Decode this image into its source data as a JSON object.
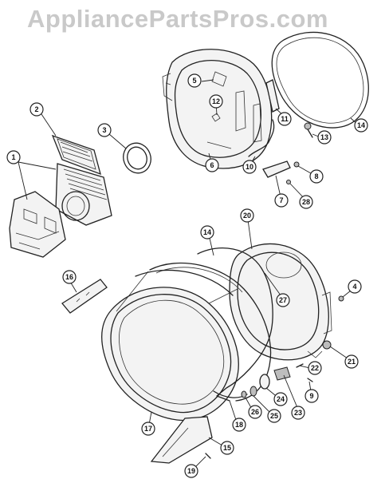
{
  "watermark": "AppliancePartsPros.com",
  "callouts": [
    {
      "id": "c1",
      "label": "1"
    },
    {
      "id": "c2",
      "label": "2"
    },
    {
      "id": "c3",
      "label": "3"
    },
    {
      "id": "c4",
      "label": "4"
    },
    {
      "id": "c5",
      "label": "5"
    },
    {
      "id": "c6",
      "label": "6"
    },
    {
      "id": "c7",
      "label": "7"
    },
    {
      "id": "c8",
      "label": "8"
    },
    {
      "id": "c9",
      "label": "9"
    },
    {
      "id": "c10",
      "label": "10"
    },
    {
      "id": "c11",
      "label": "11"
    },
    {
      "id": "c12",
      "label": "12"
    },
    {
      "id": "c13",
      "label": "13"
    },
    {
      "id": "c14a",
      "label": "14"
    },
    {
      "id": "c14b",
      "label": "14"
    },
    {
      "id": "c15",
      "label": "15"
    },
    {
      "id": "c16",
      "label": "16"
    },
    {
      "id": "c17",
      "label": "17"
    },
    {
      "id": "c18",
      "label": "18"
    },
    {
      "id": "c19",
      "label": "19"
    },
    {
      "id": "c20",
      "label": "20"
    },
    {
      "id": "c21",
      "label": "21"
    },
    {
      "id": "c22",
      "label": "22"
    },
    {
      "id": "c23",
      "label": "23"
    },
    {
      "id": "c24",
      "label": "24"
    },
    {
      "id": "c25",
      "label": "25"
    },
    {
      "id": "c26",
      "label": "26"
    },
    {
      "id": "c27",
      "label": "27"
    },
    {
      "id": "c28",
      "label": "28"
    }
  ]
}
